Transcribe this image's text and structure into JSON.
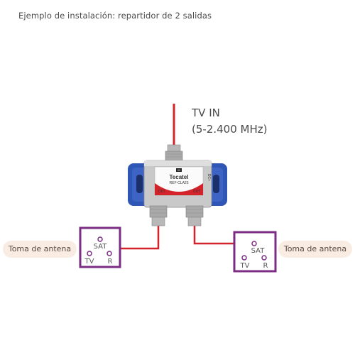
{
  "title": "Ejemplo de instalación: repartidor de 2 salidas",
  "input": {
    "line1": "TV IN",
    "line2": "(5-2.400 MHz)"
  },
  "outlet_label": "Toma de antena",
  "outlet_left": {
    "sat": "SAT",
    "tv": "TV",
    "r": "R"
  },
  "outlet_right": {
    "sat": "SAT",
    "tv": "TV",
    "r": "R"
  },
  "splitter": {
    "brand": "Tecatel",
    "ref": "REF-CLA25",
    "in_mark": "IN",
    "out_left": "OUT",
    "out_right": "OUT",
    "dc_mark": "DC+"
  },
  "colors": {
    "cable": "#d2232a",
    "outlet_border": "#7b2d83",
    "bracket": "#2f56b5",
    "label_bg": "#f9ece2"
  },
  "icons": [
    "splitter-device",
    "tv-outlet"
  ]
}
